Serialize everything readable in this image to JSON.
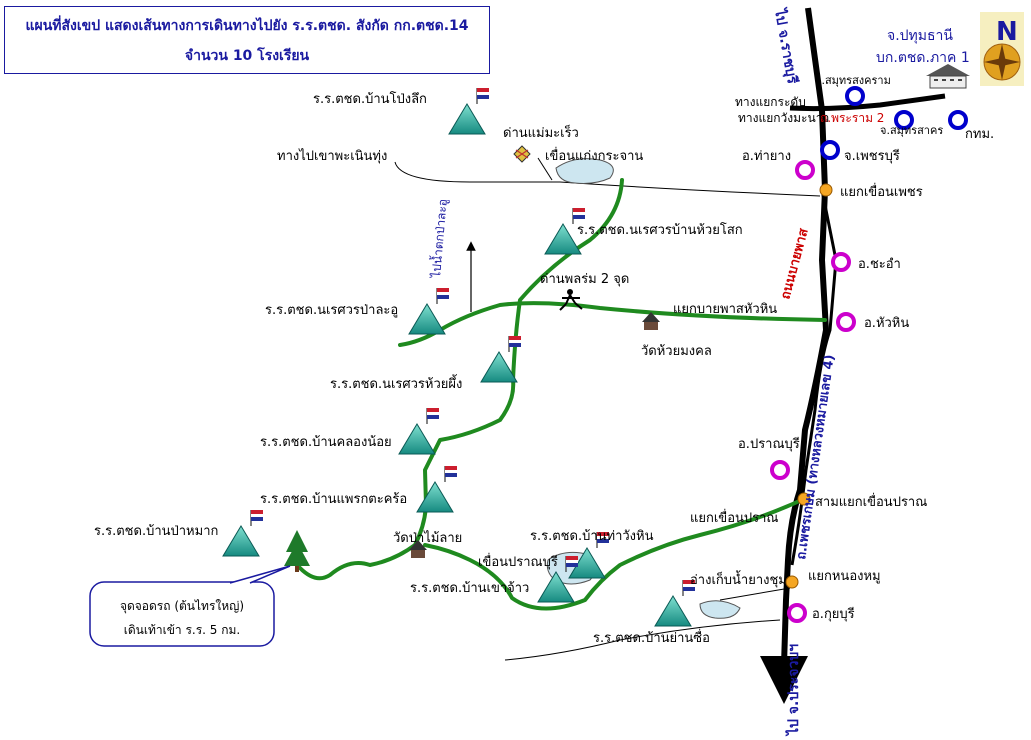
{
  "title": {
    "line1": "แผนที่สังเขป แสดงเส้นทางการเดินทางไปยัง ร.ร.ตชด. สังกัด กก.ตชด.14",
    "line2": "จำนวน 10 โรงเรียน"
  },
  "compass": {
    "north": "N"
  },
  "callout": {
    "line1": "จุดจอดรถ (ต้นไทรใหญ่)",
    "line2": "เดินเท้าเข้า ร.ร. 5 กม."
  },
  "roads": {
    "top_arrow": "ไป จ.ราชบุรี",
    "bottom_arrow": "ไป จ.ประจวบฯ",
    "bypass": "ถนนบายพาส",
    "phetkasem": "ถ.เพชรเกษม (ทางหลวงหมายเลข 4)",
    "rama2": "ถ.พระราม 2"
  },
  "top_right": {
    "pathum": "จ.ปทุมธานี",
    "bk_line": "บก.ตชด.ภาค 1"
  },
  "places": {
    "samut_songkhram": "จ.สมุทรสงคราม",
    "thang_yaek": "ทางแยกวังมะนาว",
    "thang_yaek_a": "ทางแยกระดับ",
    "samut_sakhon": "จ.สมุทรสาคร",
    "bkk": "กทม.",
    "tha_yang": "อ.ท่ายาง",
    "phetchaburi": "จ.เพชรบุรี",
    "yaek_khuean_phet": "แยกเขื่อนเพชร",
    "cha_am": "อ.ชะอำ",
    "hua_hin": "อ.หัวหิน",
    "yaek_bypass_huahin": "แยกบายพาสหัวหิน",
    "pranburi": "อ.ปราณบุรี",
    "sam_yaek_pran": "สามแยกเขื่อนปราณ",
    "yaek_khuean_pran": "แยกเขื่อนปราณ",
    "yaek_nong_mu": "แยกหนองหมู",
    "kui_buri": "อ.กุยบุรี",
    "ang_yang_chum": "อ่างเก็บน้ำยางชุม",
    "khuean_kaeng_krachan": "เขื่อนแก่งกระจาน",
    "dan_mae_mawe": "ด่านแม่มะเร็ว",
    "thang_pa_noen": "ทางไปเขาพะเนินทุ่ง",
    "to_pa_la_u": "ไปน้ำตกป่าละอู",
    "dan_ruam": "ด่านพลร่ม 2 จุด",
    "wat_huai_mongkhon": "วัดห้วยมงคล",
    "wat_pa_mai_lai": "วัดป่าไม้ลาย",
    "khuean_pran": "เขื่อนปราณบุรี"
  },
  "schools": [
    "ร.ร.ตชด.บ้านโป่งลึก",
    "ร.ร.ตชด.นเรศวรบ้านห้วยโสก",
    "ร.ร.ตชด.นเรศวรป่าละอู",
    "ร.ร.ตชด.นเรศวรห้วยผึ้ง",
    "ร.ร.ตชด.บ้านคลองน้อย",
    "ร.ร.ตชด.บ้านแพรกตะคร้อ",
    "ร.ร.ตชด.บ้านป่าหมาก",
    "ร.ร.ตชด.บ้านท่าวังหิน",
    "ร.ร.ตชด.บ้านเขาจ้าว",
    "ร.ร.ตชด.บ้านย่านซื่อ"
  ],
  "colors": {
    "route": "#1f8a1f",
    "highway": "#000000",
    "title": "#1a1aa0",
    "district_ring": "#cc00cc",
    "province_ring": "#0000cc",
    "junction": "#f5a623",
    "school": "#2ab0a0",
    "rama2_label": "#cc0000"
  }
}
